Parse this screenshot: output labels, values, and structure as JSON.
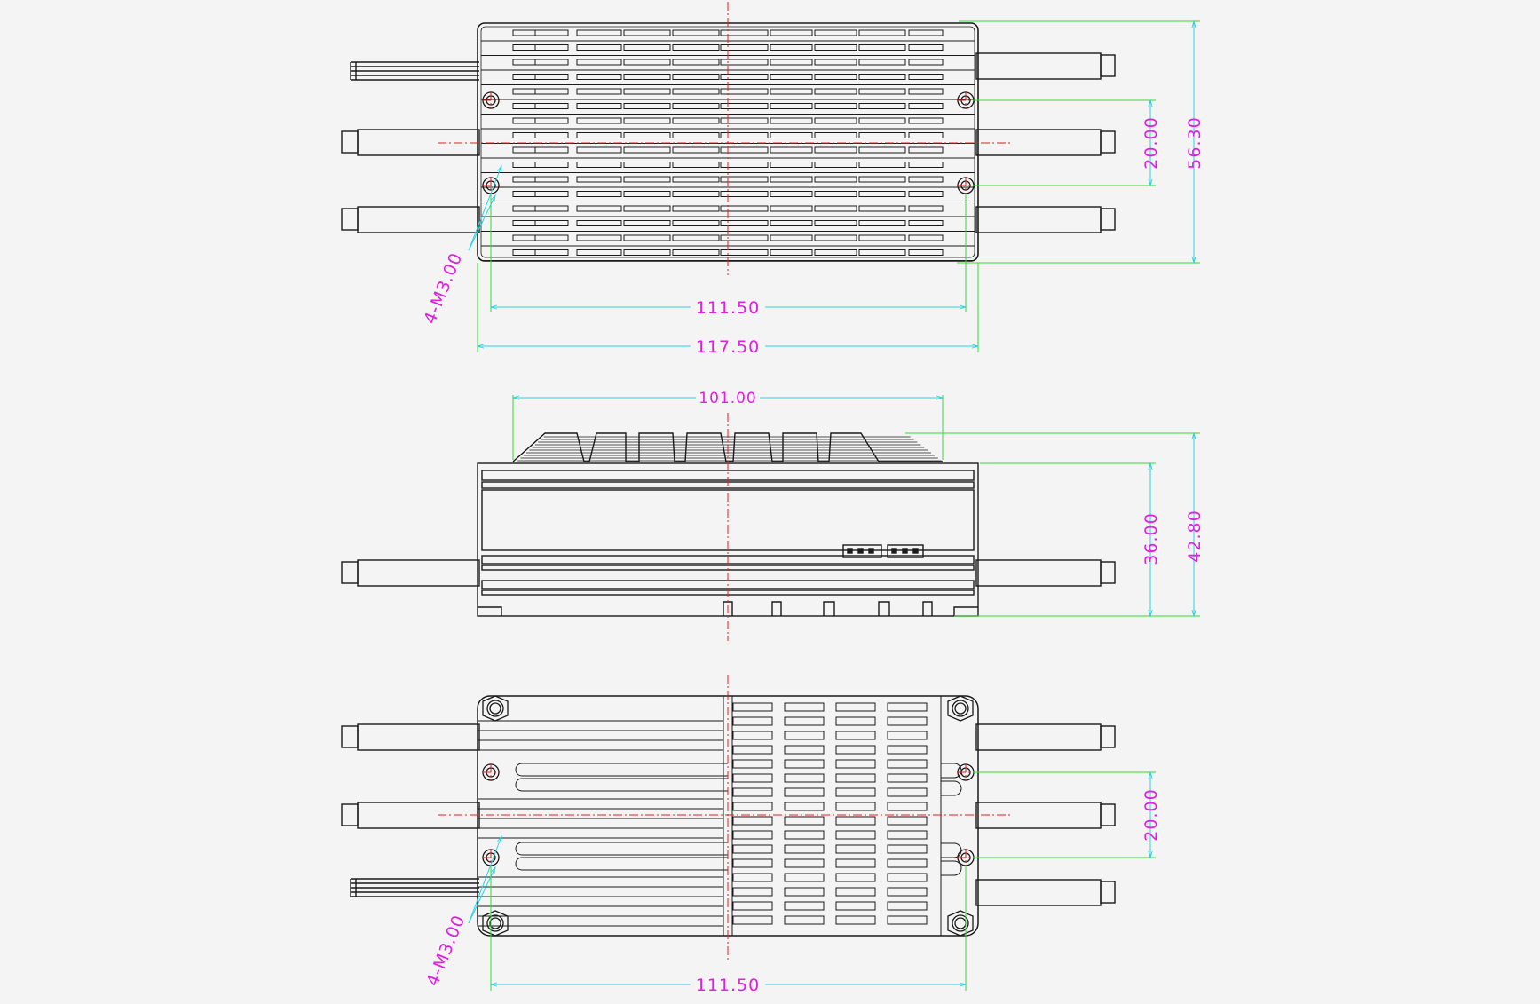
{
  "colors": {
    "background": "#f4f4f4",
    "outline": "#1a1a1a",
    "dimension_line": "#2bd2e0",
    "extension_line": "#33dd33",
    "dimension_text": "#e020e0",
    "centerline": "#e02020"
  },
  "top_view": {
    "dim_width_inner": "111.50",
    "dim_width_outer": "117.50",
    "dim_height_holes": "20.00",
    "dim_height_outer": "56.30",
    "hole_callout": "4-M3.00"
  },
  "side_view": {
    "dim_heatsink_width": "101.00",
    "dim_body_height": "36.00",
    "dim_total_height": "42.80"
  },
  "bottom_view": {
    "dim_width_holes": "111.50",
    "dim_height_holes": "20.00",
    "hole_callout": "4-M3.00"
  }
}
